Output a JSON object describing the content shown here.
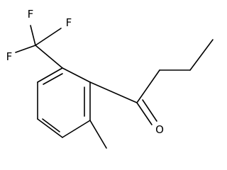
{
  "molecule": {
    "atom_labels": {
      "fluorine_top": "F",
      "fluorine_right": "F",
      "fluorine_left": "F",
      "oxygen": "O"
    }
  }
}
